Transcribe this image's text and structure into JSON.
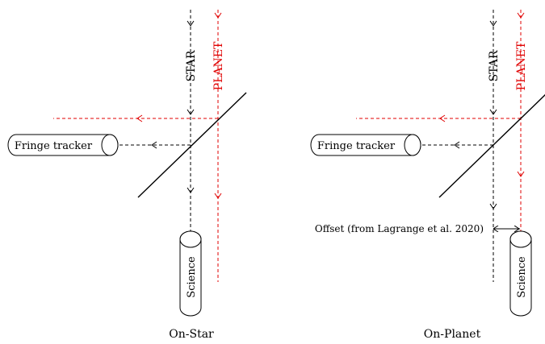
{
  "panels": [
    {
      "caption": "On-Star",
      "labels": {
        "star": "STAR",
        "planet": "PLANET",
        "fringe_tracker": "Fringe tracker",
        "science": "Science"
      }
    },
    {
      "caption": "On-Planet",
      "labels": {
        "star": "STAR",
        "planet": "PLANET",
        "fringe_tracker": "Fringe tracker",
        "science": "Science",
        "offset": "Offset (from Lagrange et al. 2020)"
      }
    }
  ],
  "colors": {
    "star_beam": "#000000",
    "planet_beam": "#e00000"
  }
}
